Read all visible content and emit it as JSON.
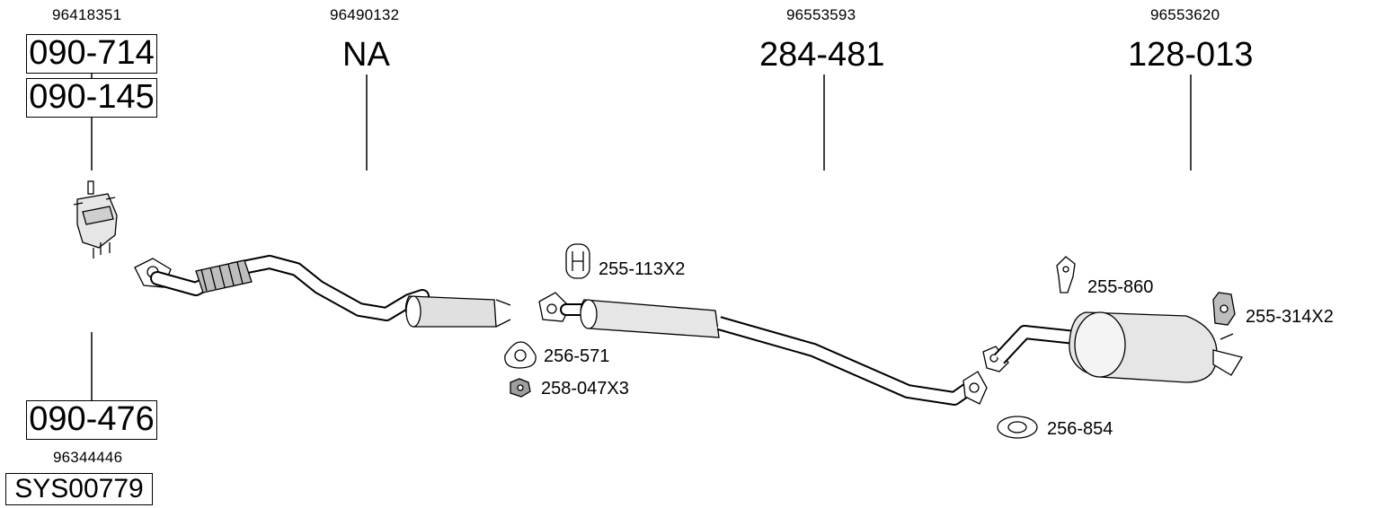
{
  "groups": {
    "cat": {
      "oem": "96418351",
      "pn_top": "090-714",
      "pn_mid": "090-145"
    },
    "front": {
      "oem": "96490132",
      "pn": "NA"
    },
    "middle": {
      "oem": "96553593",
      "pn": "284-481"
    },
    "rear": {
      "oem": "96553620",
      "pn": "128-013"
    },
    "bottom": {
      "pn": "090-476",
      "oem": "96344446",
      "system": "SYS00779"
    }
  },
  "accessories": {
    "hanger_front": "255-113X2",
    "gasket_front": "256-571",
    "nut": "258-047X3",
    "hanger_mid": "255-860",
    "gasket_rear": "256-854",
    "hanger_rear": "255-314X2"
  }
}
